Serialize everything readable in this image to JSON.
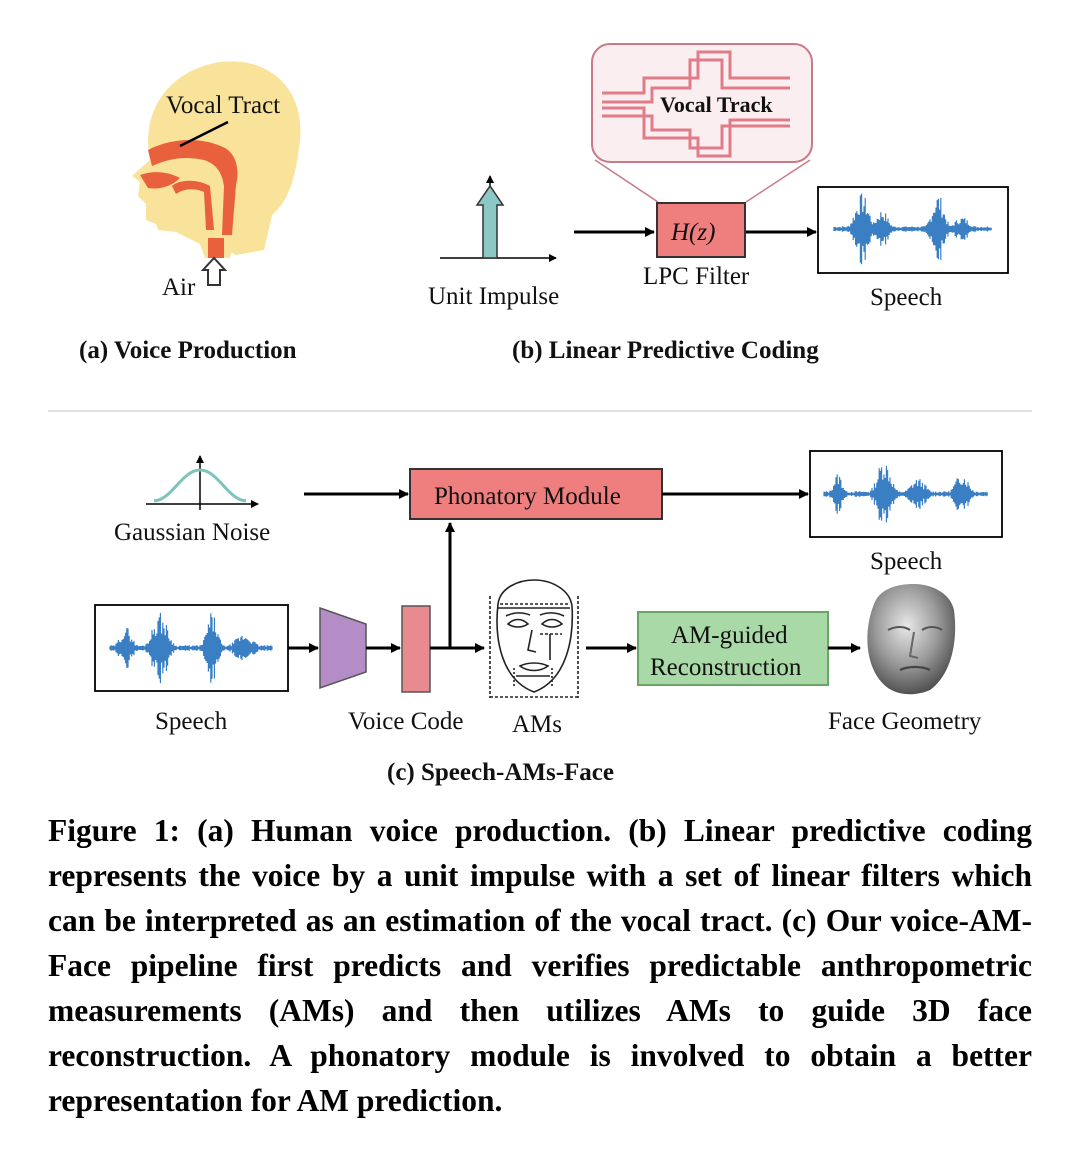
{
  "panel_a": {
    "vocal_tract_label": "Vocal Tract",
    "air_label": "Air",
    "caption": "(a) Voice Production"
  },
  "panel_b": {
    "vocal_track_label": "Vocal Track",
    "filter_symbol": "H(z)",
    "filter_label": "LPC Filter",
    "impulse_label": "Unit Impulse",
    "speech_label": "Speech",
    "caption": "(b) Linear Predictive Coding"
  },
  "panel_c": {
    "noise_label": "Gaussian Noise",
    "phonatory_label": "Phonatory Module",
    "speech_out_label": "Speech",
    "speech_in_label": "Speech",
    "voice_code_label": "Voice Code",
    "ams_label": "AMs",
    "recon_line1": "AM-guided",
    "recon_line2": "Reconstruction",
    "face_label": "Face Geometry",
    "caption": "(c) Speech-AMs-Face"
  },
  "figure_caption": "Figure 1: (a) Human voice production. (b) Linear predictive coding represents the voice by a unit impulse with a set of linear filters which can be interpreted as an estimation of the vocal tract. (c) Our voice-AM-Face pipeline first predicts and verifies predictable anthropometric measurements (AMs) and then utilizes AMs to guide 3D face reconstruction. A phonatory module is involved to obtain a better representation for AM prediction.",
  "colors": {
    "head_skin": "#f9e29a",
    "vocal_tract": "#e8603c",
    "phonatory_box": "#ef7f7f",
    "recon_box": "#a9d9a6",
    "encoder": "#b48cc6",
    "voice_code": "#e88b90",
    "waveform": "#3a7fc4",
    "impulse_arrow": "#8cc9c6",
    "gaussian_curve": "#7fc3bd"
  }
}
